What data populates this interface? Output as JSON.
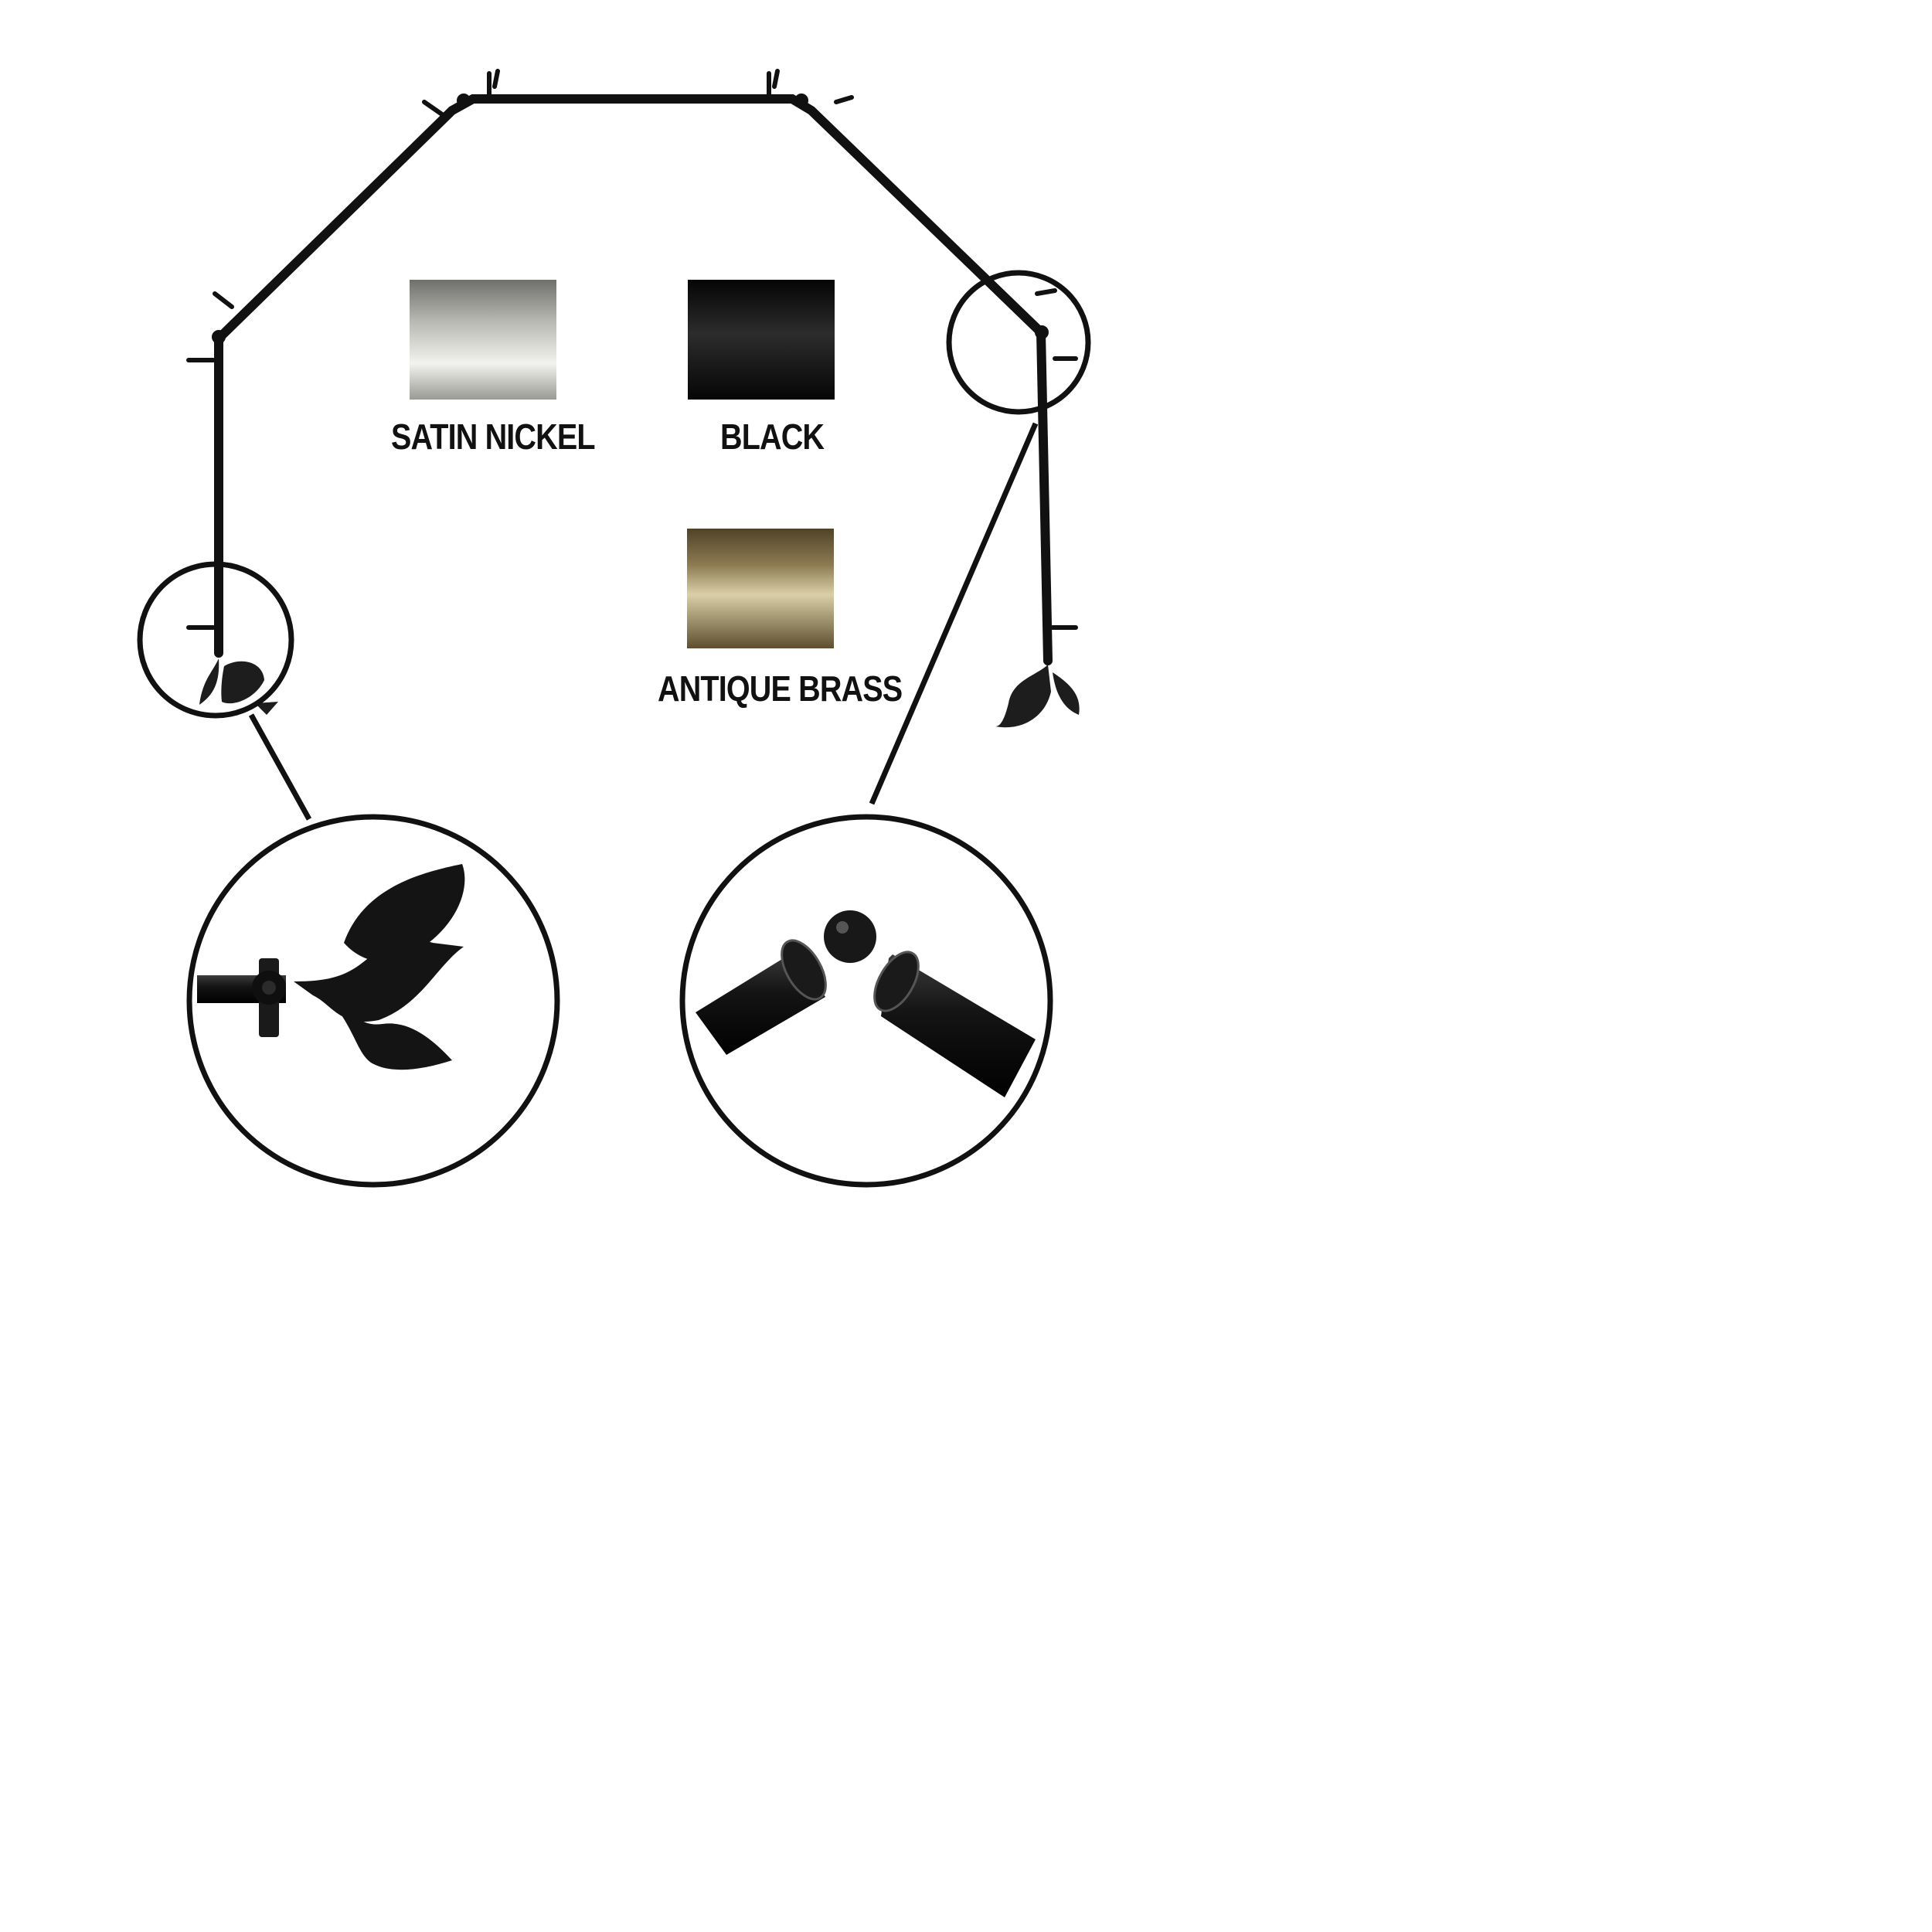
{
  "finishes": [
    {
      "name": "SATIN NICKEL",
      "color_base": "#b9b9b4",
      "color_highlight": "#f2f2ee",
      "color_shadow": "#6f706c"
    },
    {
      "name": "BLACK",
      "color_base": "#1a1a1a",
      "color_highlight": "#3a3a3a",
      "color_shadow": "#050505"
    },
    {
      "name": "ANTIQUE BRASS",
      "color_base": "#8c7a52",
      "color_highlight": "#d9cfa8",
      "color_shadow": "#4f4328"
    }
  ],
  "rod_color": "#141414",
  "icons": {
    "rod": "bay-window-curtain-rod",
    "finial": "leaf-finial-icon",
    "elbow": "elbow-connector-icon"
  }
}
